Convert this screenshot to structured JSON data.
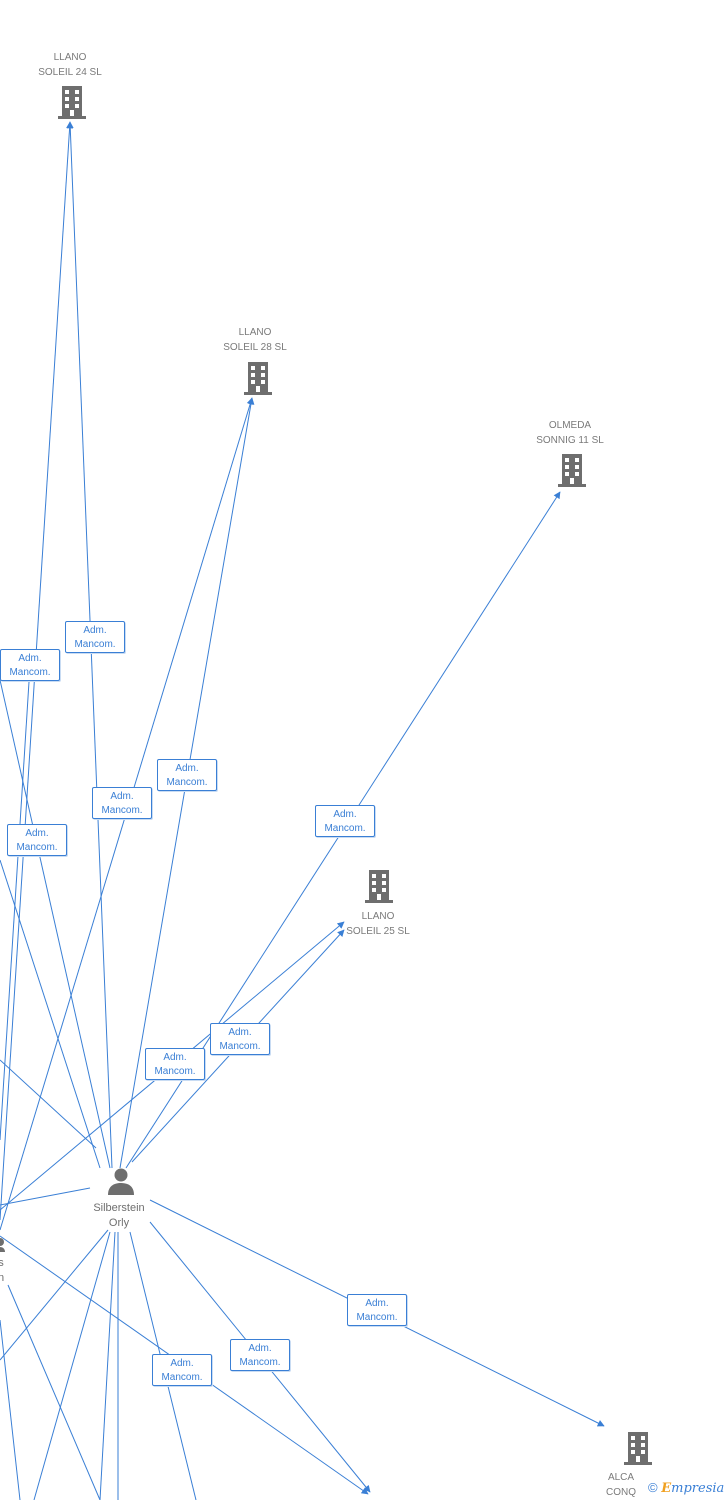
{
  "companies": [
    {
      "id": "llano24",
      "line1": "LLANO",
      "line2": "SOLEIL 24 SL"
    },
    {
      "id": "llano28",
      "line1": "LLANO",
      "line2": "SOLEIL 28 SL"
    },
    {
      "id": "olmeda11",
      "line1": "OLMEDA",
      "line2": "SONNIG 11 SL"
    },
    {
      "id": "llano25",
      "line1": "LLANO",
      "line2": "SOLEIL 25 SL"
    },
    {
      "id": "alca",
      "line1": "ALCA",
      "line2": "CONQ"
    }
  ],
  "people": [
    {
      "id": "silberstein",
      "line1": "Silberstein",
      "line2": "Orly"
    },
    {
      "id": "partial",
      "line1": "s",
      "line2": "n"
    }
  ],
  "edge_label": {
    "line1": "Adm.",
    "line2": "Mancom."
  },
  "credit": {
    "symbol": "©",
    "brand_first": "E",
    "brand_rest": "mpresia"
  },
  "colors": {
    "edge": "#3a7fd5",
    "icon": "#6e6e6e",
    "label": "#7a7a7a"
  }
}
